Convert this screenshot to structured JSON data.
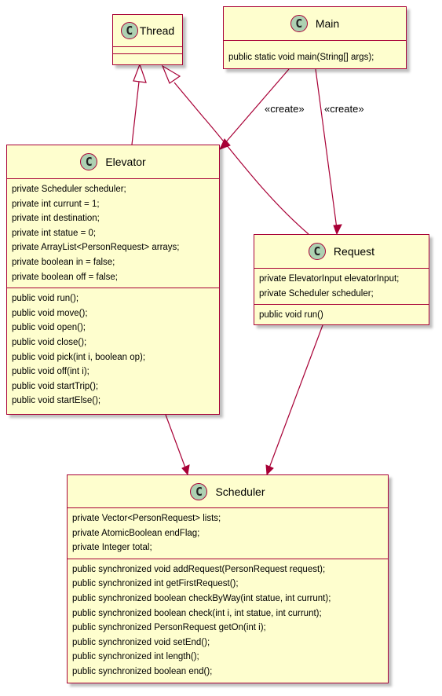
{
  "classes": {
    "thread": {
      "name": "Thread",
      "badge": "C",
      "fields": [],
      "methods": []
    },
    "main": {
      "name": "Main",
      "badge": "C",
      "fields": [],
      "methods": [
        "public static void main(String[] args);"
      ]
    },
    "elevator": {
      "name": "Elevator",
      "badge": "C",
      "fields": [
        "private Scheduler scheduler;",
        "private int currunt = 1;",
        "private int destination;",
        "private int statue = 0;",
        "private ArrayList<PersonRequest> arrays;",
        "private boolean in = false;",
        "private boolean off = false;"
      ],
      "methods": [
        "public void run();",
        "public void move();",
        "public void open();",
        "public void close();",
        "public void pick(int i, boolean op);",
        "public void off(int i);",
        "public void startTrip();",
        "public void startElse();"
      ]
    },
    "request": {
      "name": "Request",
      "badge": "C",
      "fields": [
        "private ElevatorInput elevatorInput;",
        "private Scheduler scheduler;"
      ],
      "methods": [
        "public void run()"
      ]
    },
    "scheduler": {
      "name": "Scheduler",
      "badge": "C",
      "fields": [
        "private Vector<PersonRequest> lists;",
        "private AtomicBoolean endFlag;",
        "private Integer total;"
      ],
      "methods": [
        "public synchronized void addRequest(PersonRequest request);",
        "public synchronized int getFirstRequest();",
        "public synchronized boolean checkByWay(int statue, int currunt);",
        "public synchronized boolean check(int i, int statue, int currunt);",
        "public synchronized PersonRequest getOn(int i);",
        "public synchronized void setEnd();",
        "public synchronized int length();",
        "public synchronized boolean end();"
      ]
    }
  },
  "relations": {
    "main_creates_elevator": "«create»",
    "main_creates_request": "«create»"
  },
  "colors": {
    "box_fill": "#fefece",
    "border": "#a80036",
    "badge_fill": "#add1b2"
  }
}
